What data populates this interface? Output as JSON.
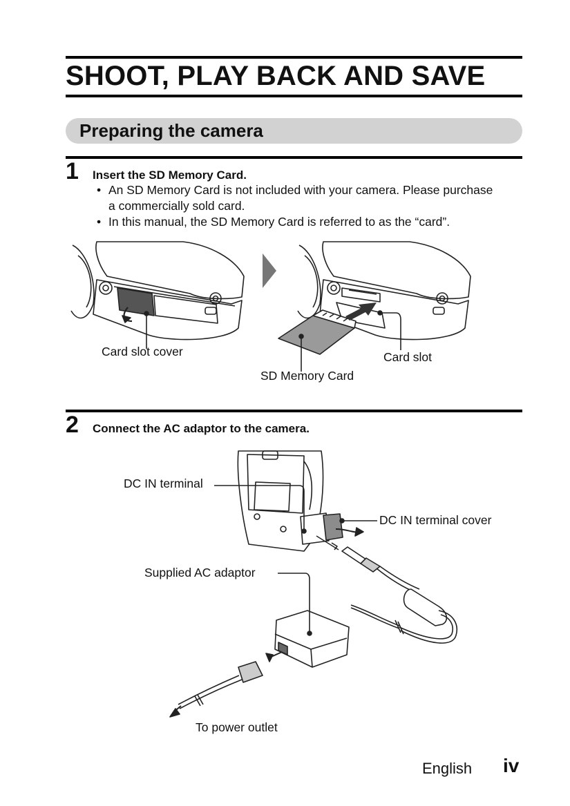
{
  "page": {
    "title": "SHOOT, PLAY BACK AND SAVE",
    "section_title": "Preparing the camera"
  },
  "steps": [
    {
      "number": "1",
      "heading": "Insert the SD Memory Card.",
      "bullets": [
        "An SD Memory Card is not included with your camera. Please purchase a commercially sold card.",
        "In this manual, the SD Memory Card is referred to as the “card”."
      ],
      "labels": {
        "card_slot_cover": "Card slot cover",
        "card_slot": "Card slot",
        "sd_memory_card": "SD Memory Card"
      }
    },
    {
      "number": "2",
      "heading": "Connect the AC adaptor to the camera.",
      "labels": {
        "dc_in_terminal": "DC IN terminal",
        "dc_in_terminal_cover": "DC IN terminal cover",
        "supplied_ac_adaptor": "Supplied AC adaptor",
        "to_power_outlet": "To power outlet"
      }
    }
  ],
  "footer": {
    "language": "English",
    "page_number": "iv"
  },
  "bullet_glyph": "•"
}
